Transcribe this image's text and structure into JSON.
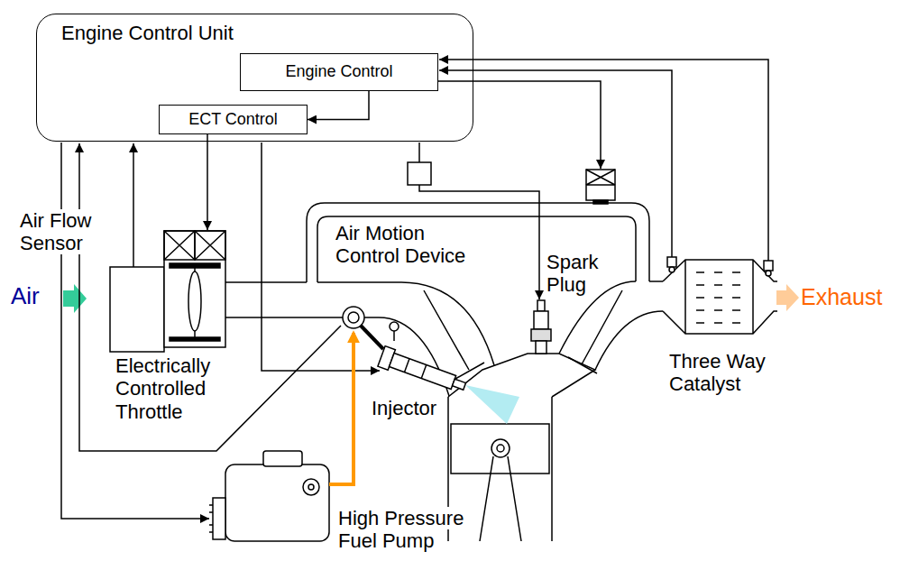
{
  "diagram": {
    "nodes": [
      {
        "text": [
          "Engine Control Unit"
        ]
      },
      {
        "text": [
          "Engine Control"
        ],
        "in": 0
      },
      {
        "text": [
          "ECT Control"
        ],
        "in": 0
      }
    ],
    "edges": [
      {
        "from": 1,
        "to": 2,
        "arrow": "to"
      }
    ],
    "labels": [
      "Air Flow Sensor",
      "Air",
      "Electrically Controlled Throttle",
      "Air Motion Control Device",
      "Spark Plug",
      "Injector",
      "High Pressure Fuel Pump",
      "Three Way Catalyst",
      "Exhaust"
    ]
  }
}
